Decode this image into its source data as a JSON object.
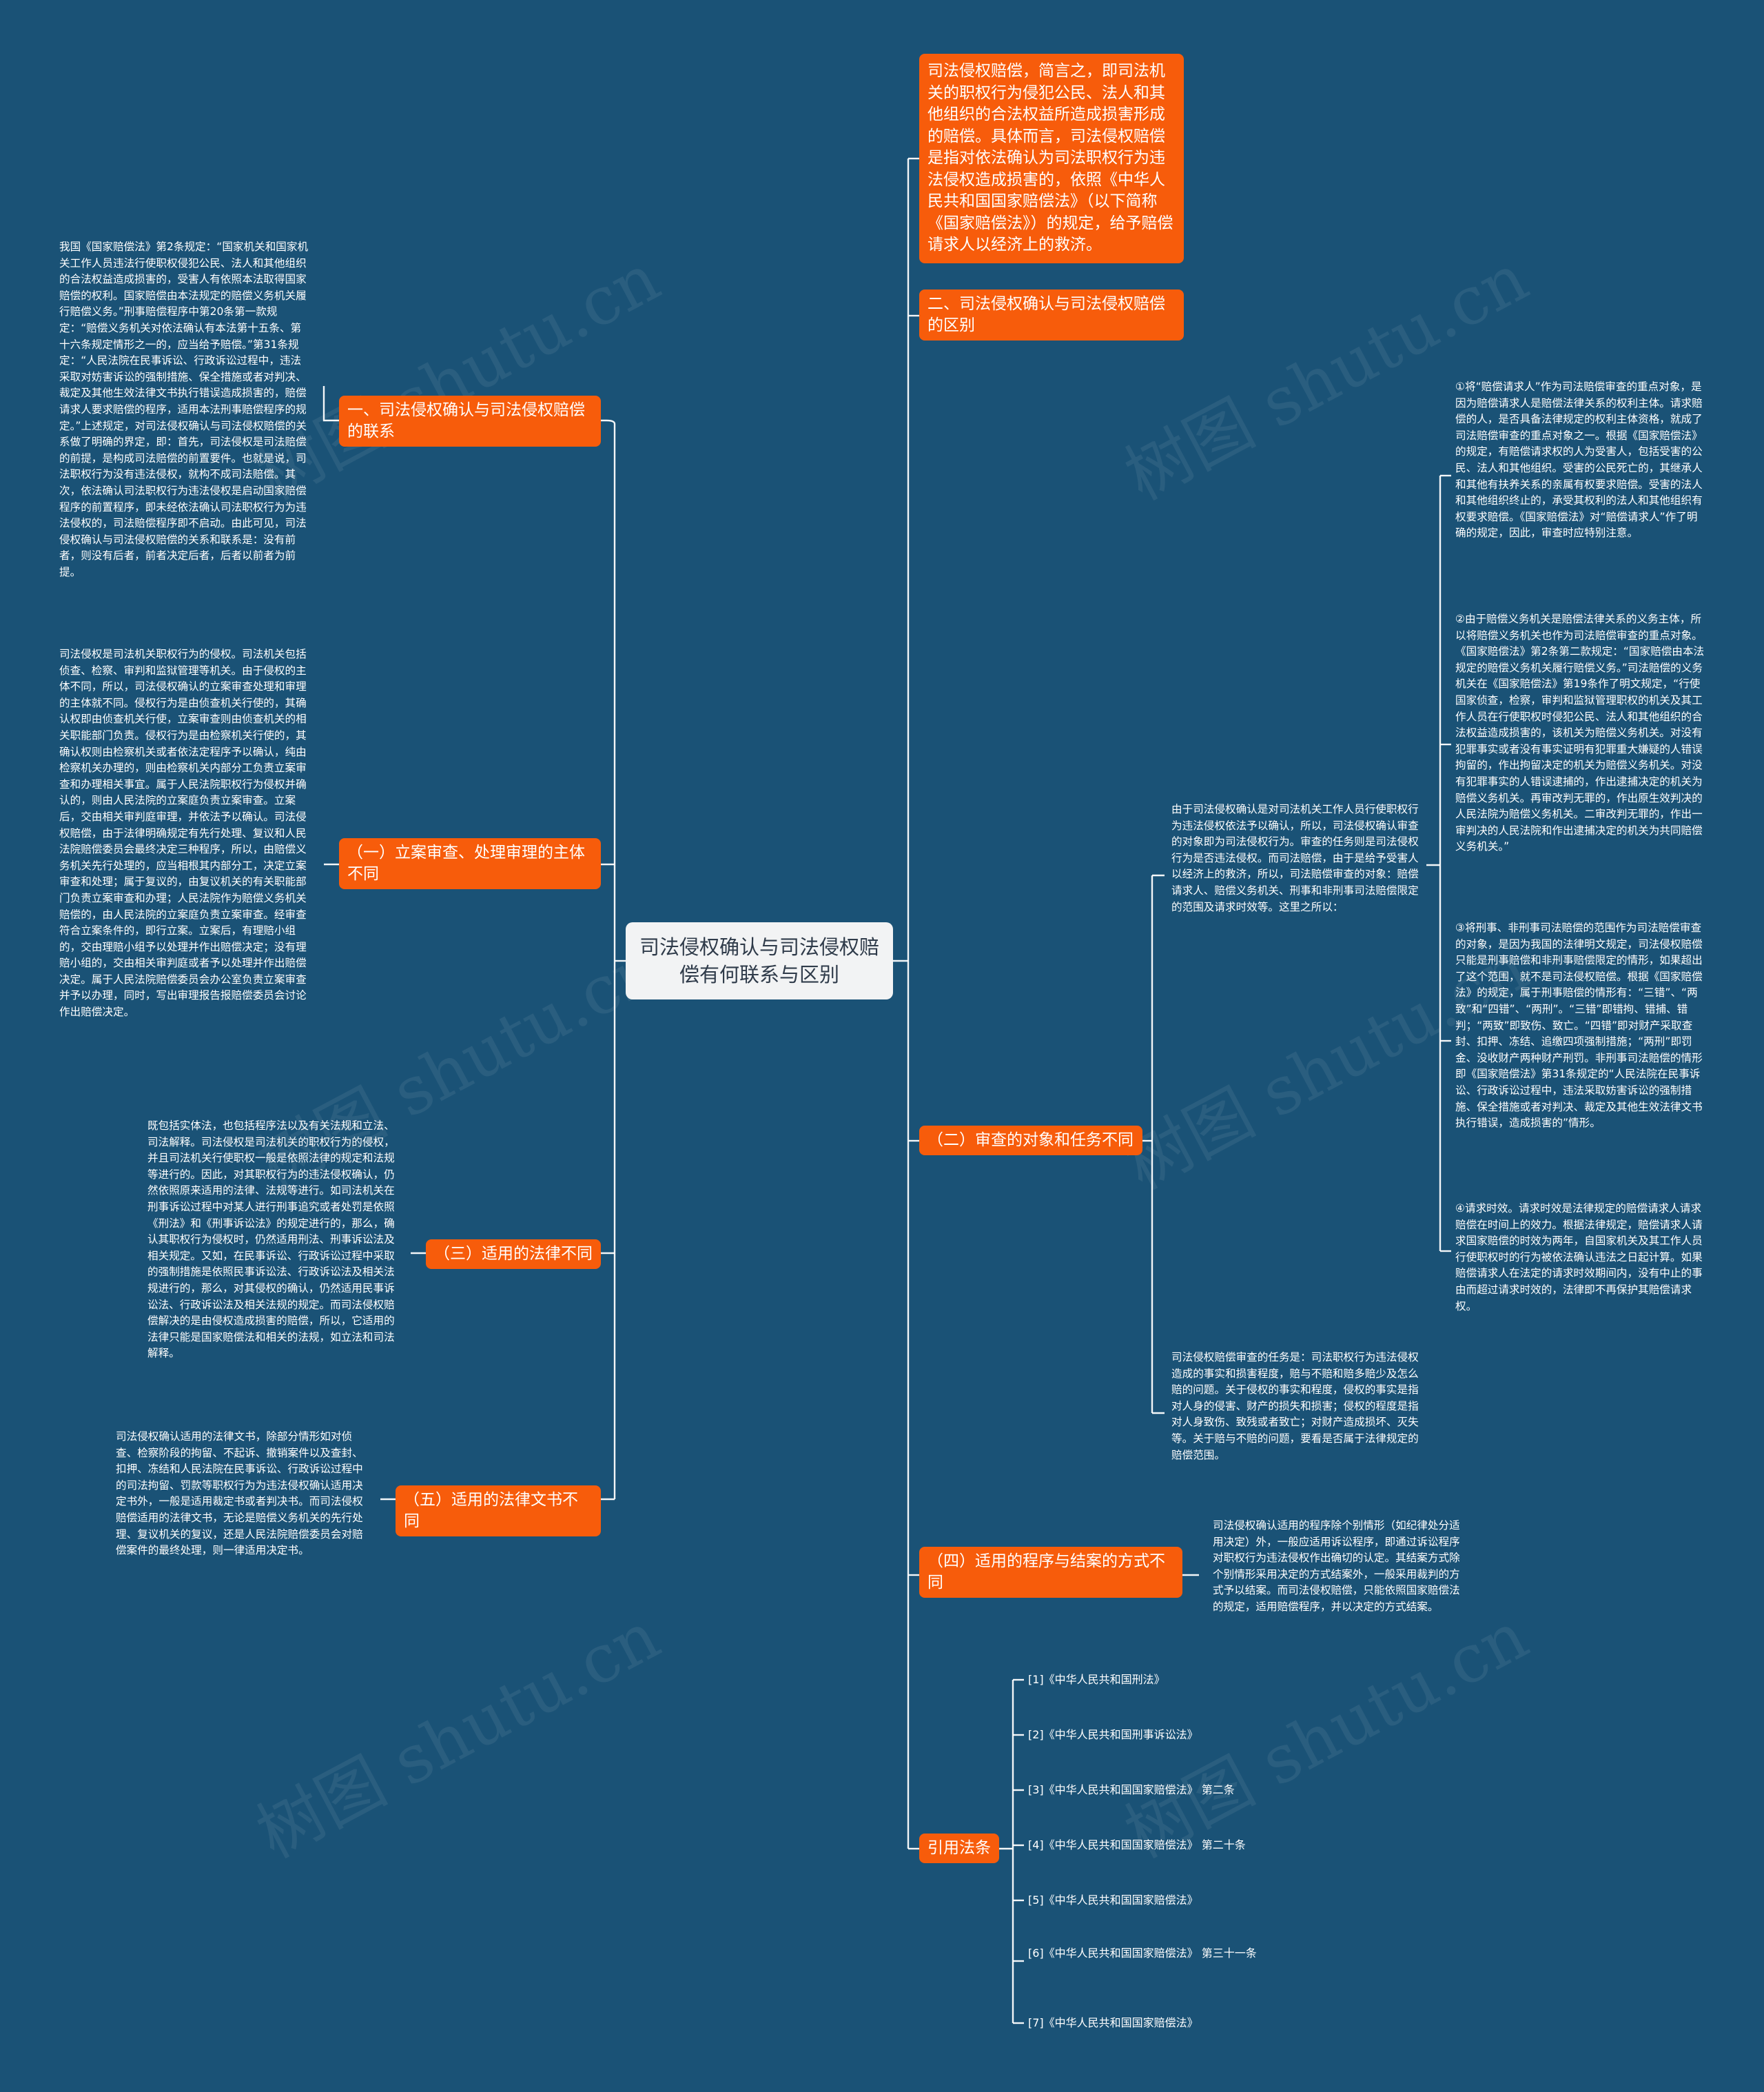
{
  "root": {
    "title": "司法侵权确认与司法侵权赔偿有何联系与区别"
  },
  "left": {
    "n1": {
      "label": "一、司法侵权确认与司法侵权赔偿的联系",
      "text": "我国《国家赔偿法》第2条规定：“国家机关和国家机关工作人员违法行使职权侵犯公民、法人和其他组织的合法权益造成损害的，受害人有依照本法取得国家赔偿的权利。国家赔偿由本法规定的赔偿义务机关履行赔偿义务。”刑事赔偿程序中第20条第一款规定：“赔偿义务机关对依法确认有本法第十五条、第十六条规定情形之一的，应当给予赔偿。”第31条规定：“人民法院在民事诉讼、行政诉讼过程中，违法采取对妨害诉讼的强制措施、保全措施或者对判决、裁定及其他生效法律文书执行错误造成损害的，赔偿请求人要求赔偿的程序，适用本法刑事赔偿程序的规定。”上述规定，对司法侵权确认与司法侵权赔偿的关系做了明确的界定，即：首先，司法侵权是司法赔偿的前提，是构成司法赔偿的前置要件。也就是说，司法职权行为没有违法侵权，就构不成司法赔偿。其次，依法确认司法职权行为违法侵权是启动国家赔偿程序的前置程序，即未经依法确认司法职权行为为违法侵权的，司法赔偿程序即不启动。由此可见，司法侵权确认与司法侵权赔偿的关系和联系是：没有前者，则没有后者，前者决定后者，后者以前者为前提。"
    },
    "n2": {
      "label": "（一）立案审查、处理审理的主体不同",
      "text": "司法侵权是司法机关职权行为的侵权。司法机关包括侦查、检察、审判和监狱管理等机关。由于侵权的主体不同，所以，司法侵权确认的立案审查处理和审理的主体就不同。侵权行为是由侦查机关行使的，其确认权即由侦查机关行使，立案审查则由侦查机关的相关职能部门负责。侵权行为是由检察机关行使的，其确认权则由检察机关或者依法定程序予以确认，纯由检察机关办理的，则由检察机关内部分工负责立案审查和办理相关事宜。属于人民法院职权行为侵权并确认的，则由人民法院的立案庭负责立案审查。立案后，交由相关审判庭审理，并依法予以确认。司法侵权赔偿，由于法律明确规定有先行处理、复议和人民法院赔偿委员会最终决定三种程序，所以，由赔偿义务机关先行处理的，应当相根其内部分工，决定立案审查和处理；属于复议的，由复议机关的有关职能部门负责立案审查和办理；人民法院作为赔偿义务机关赔偿的，由人民法院的立案庭负责立案审查。经审查符合立案条件的，即行立案。立案后，有理赔小组的，交由理赔小组予以处理并作出赔偿决定；没有理赔小组的，交由相关审判庭或者予以处理并作出赔偿决定。属于人民法院赔偿委员会办公室负责立案审查并予以办理，同时，写出审理报告报赔偿委员会讨论作出赔偿决定。"
    },
    "n3": {
      "label": "（三）适用的法律不同",
      "text": "既包括实体法，也包括程序法以及有关法规和立法、司法解释。司法侵权是司法机关的职权行为的侵权，并且司法机关行使职权一般是依照法律的规定和法规等进行的。因此，对其职权行为的违法侵权确认，仍然依照原来适用的法律、法规等进行。如司法机关在刑事诉讼过程中对某人进行刑事追究或者处罚是依照《刑法》和《刑事诉讼法》的规定进行的，那么，确认其职权行为侵权时，仍然适用刑法、刑事诉讼法及相关规定。又如，在民事诉讼、行政诉讼过程中采取的强制措施是依照民事诉讼法、行政诉讼法及相关法规进行的，那么，对其侵权的确认，仍然适用民事诉讼法、行政诉讼法及相关法规的规定。而司法侵权赔偿解决的是由侵权造成损害的赔偿，所以，它适用的法律只能是国家赔偿法和相关的法规，如立法和司法解释。"
    },
    "n4": {
      "label": "（五）适用的法律文书不同",
      "text": "司法侵权确认适用的法律文书，除部分情形如对侦查、检察阶段的拘留、不起诉、撤销案件以及查封、扣押、冻结和人民法院在民事诉讼、行政诉讼过程中的司法拘留、罚款等职权行为为违法侵权确认适用决定书外，一般是适用裁定书或者判决书。而司法侵权赔偿适用的法律文书，无论是赔偿义务机关的先行处理、复议机关的复议，还是人民法院赔偿委员会对赔偿案件的最终处理，则一律适用决定书。"
    }
  },
  "right": {
    "r1": {
      "label": "司法侵权赔偿，简言之，即司法机关的职权行为侵犯公民、法人和其他组织的合法权益所造成损害形成的赔偿。具体而言，司法侵权赔偿是指对依法确认为司法职权行为违法侵权造成损害的，依照《中华人民共和国国家赔偿法》（以下简称《国家赔偿法》）的规定，给予赔偿请求人以经济上的救济。"
    },
    "r2": {
      "label": "二、司法侵权确认与司法侵权赔偿的区别"
    },
    "r3": {
      "label": "（二）审查的对象和任务不同",
      "intro": "由于司法侵权确认是对司法机关工作人员行使职权行为违法侵权依法予以确认，所以，司法侵权确认审查的对象即为司法侵权行为。审查的任务则是司法侵权行为是否违法侵权。而司法赔偿，由于是给予受害人以经济上的救济，所以，司法赔偿审查的对象：赔偿请求人、赔偿义务机关、刑事和非刑事司法赔偿限定的范围及请求时效等。这里之所以：",
      "task": "司法侵权赔偿审查的任务是：司法职权行为违法侵权造成的事实和损害程度，赔与不赔和赔多赔少及怎么赔的问题。关于侵权的事实和程度，侵权的事实是指对人身的侵害、财产的损失和损害；侵权的程度是指对人身致伤、致残或者致亡；对财产造成损坏、灭失等。关于赔与不赔的问题，要看是否属于法律规定的赔偿范围。",
      "points": [
        "①将“赔偿请求人”作为司法赔偿审查的重点对象，是因为赔偿请求人是赔偿法律关系的权利主体。请求赔偿的人，是否具备法律规定的权利主体资格，就成了司法赔偿审查的重点对象之一。根据《国家赔偿法》的规定，有赔偿请求权的人为受害人，包括受害的公民、法人和其他组织。受害的公民死亡的，其继承人和其他有扶养关系的亲属有权要求赔偿。受害的法人和其他组织终止的，承受其权利的法人和其他组织有权要求赔偿。《国家赔偿法》对“赔偿请求人”作了明确的规定，因此，审查时应特别注意。",
        "②由于赔偿义务机关是赔偿法律关系的义务主体，所以将赔偿义务机关也作为司法赔偿审查的重点对象。《国家赔偿法》第2条第二款规定：“国家赔偿由本法规定的赔偿义务机关履行赔偿义务。”司法赔偿的义务机关在《国家赔偿法》第19条作了明文规定，“行使国家侦查，检察，审判和监狱管理职权的机关及其工作人员在行使职权时侵犯公民、法人和其他组织的合法权益造成损害的，该机关为赔偿义务机关。对没有犯罪事实或者没有事实证明有犯罪重大嫌疑的人错误拘留的，作出拘留决定的机关为赔偿义务机关。对没有犯罪事实的人错误逮捕的，作出逮捕决定的机关为赔偿义务机关。再审改判无罪的，作出原生效判决的人民法院为赔偿义务机关。二审改判无罪的，作出一审判决的人民法院和作出逮捕决定的机关为共同赔偿义务机关。”",
        "③将刑事、非刑事司法赔偿的范围作为司法赔偿审查的对象，是因为我国的法律明文规定，司法侵权赔偿只能是刑事赔偿和非刑事赔偿限定的情形，如果超出了这个范围，就不是司法侵权赔偿。根据《国家赔偿法》的规定，属于刑事赔偿的情形有：“三错”、“两致”和“四错”、“两刑”。“三错”即错拘、错捕、错判；“两致”即致伤、致亡。“四错”即对财产采取查封、扣押、冻结、追缴四项强制措施；“两刑”即罚金、没收财产两种财产刑罚。非刑事司法赔偿的情形即《国家赔偿法》第31条规定的“人民法院在民事诉讼、行政诉讼过程中，违法采取妨害诉讼的强制措施、保全措施或者对判决、裁定及其他生效法律文书执行错误，造成损害的”情形。",
        "④请求时效。请求时效是法律规定的赔偿请求人请求赔偿在时间上的效力。根据法律规定，赔偿请求人请求国家赔偿的时效为两年，自国家机关及其工作人员行使职权时的行为被依法确认违法之日起计算。如果赔偿请求人在法定的请求时效期间内，没有中止的事由而超过请求时效的，法律即不再保护其赔偿请求权。"
      ]
    },
    "r4": {
      "label": "（四）适用的程序与结案的方式不同",
      "text": "司法侵权确认适用的程序除个别情形（如纪律处分适用决定）外，一般应适用诉讼程序，即通过诉讼程序对职权行为违法侵权作出确切的认定。其结案方式除个别情形采用决定的方式结案外，一般采用裁判的方式予以结案。而司法侵权赔偿，只能依照国家赔偿法的规定，适用赔偿程序，并以决定的方式结案。"
    },
    "r5": {
      "label": "引用法条",
      "refs": [
        "[1]《中华人民共和国刑法》",
        "[2]《中华人民共和国刑事诉讼法》",
        "[3]《中华人民共和国国家赔偿法》 第二条",
        "[4]《中华人民共和国国家赔偿法》 第二十条",
        "[5]《中华人民共和国国家赔偿法》",
        "[6]《中华人民共和国国家赔偿法》 第三十一条",
        "[7]《中华人民共和国国家赔偿法》"
      ]
    }
  },
  "watermark": "树图 shutu.cn",
  "colors": {
    "background": "#1a5276",
    "node": "#f75c0b",
    "root": "#f2f3f4",
    "line": "#ffffff"
  }
}
